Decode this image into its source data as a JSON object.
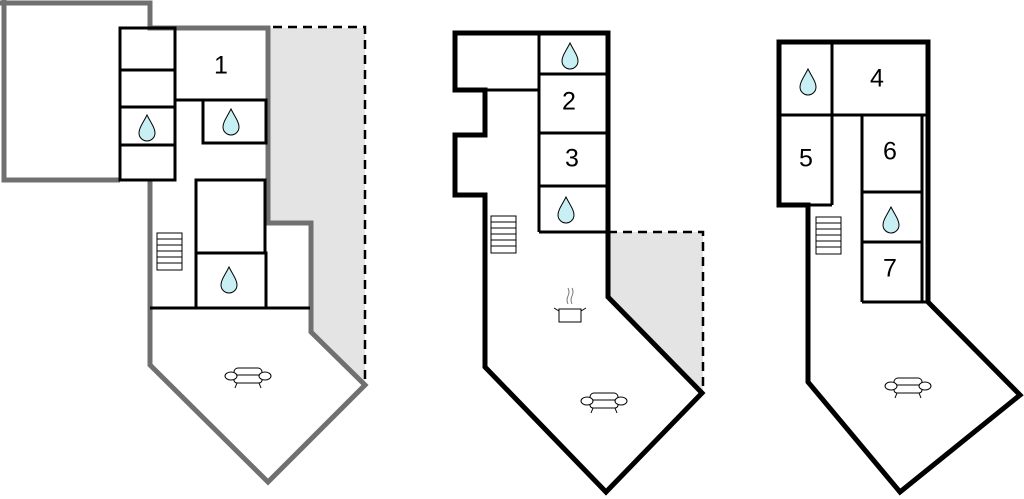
{
  "plans": [
    {
      "name": "floor-plan-1",
      "rooms": [
        "1"
      ]
    },
    {
      "name": "floor-plan-2",
      "rooms": [
        "2",
        "3"
      ]
    },
    {
      "name": "floor-plan-3",
      "rooms": [
        "4",
        "5",
        "6",
        "7"
      ]
    }
  ],
  "colors": {
    "wall_primary": "#000000",
    "wall_secondary": "#707070",
    "terrace_fill": "#e4e4e4",
    "water_drop": "#c8f0f4"
  },
  "icons": [
    "water-drop-icon",
    "stairs-icon",
    "sofa-icon",
    "cooking-pot-icon"
  ]
}
